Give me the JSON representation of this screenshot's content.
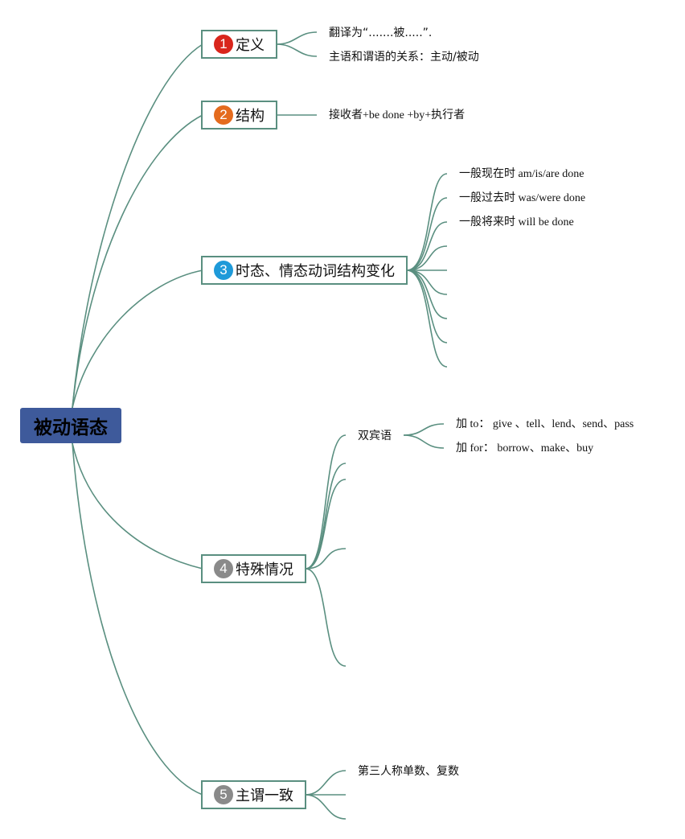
{
  "root": {
    "label": "被动语态"
  },
  "colors": {
    "root_fill": "#3e5a9b",
    "line": "#5a8f80"
  },
  "topics": [
    {
      "number": "1",
      "label": "定义",
      "badge_color": "#d9261c",
      "children": [
        "翻译为“.......被.....”.",
        "主语和谓语的关系：主动/被动"
      ]
    },
    {
      "number": "2",
      "label": "结构",
      "badge_color": "#e46b1e",
      "children": [
        "接收者+be done +by+执行者"
      ]
    },
    {
      "number": "3",
      "label": "时态、情态动词结构变化",
      "badge_color": "#1e9ad9",
      "children": [
        "一般现在时 am/is/are done",
        "一般过去时 was/were  done",
        "一般将来时  will be done"
      ]
    },
    {
      "number": "4",
      "label": "特殊情况",
      "badge_color": "#8a8a8a",
      "children": [
        {
          "label": "双宾语",
          "children": [
            "加  to：  give 、tell、lend、send、pass",
            "加  for：  borrow、make、buy"
          ]
        }
      ]
    },
    {
      "number": "5",
      "label": "主谓一致",
      "badge_color": "#8a8a8a",
      "children": [
        "第三人称单数、复数"
      ]
    }
  ]
}
